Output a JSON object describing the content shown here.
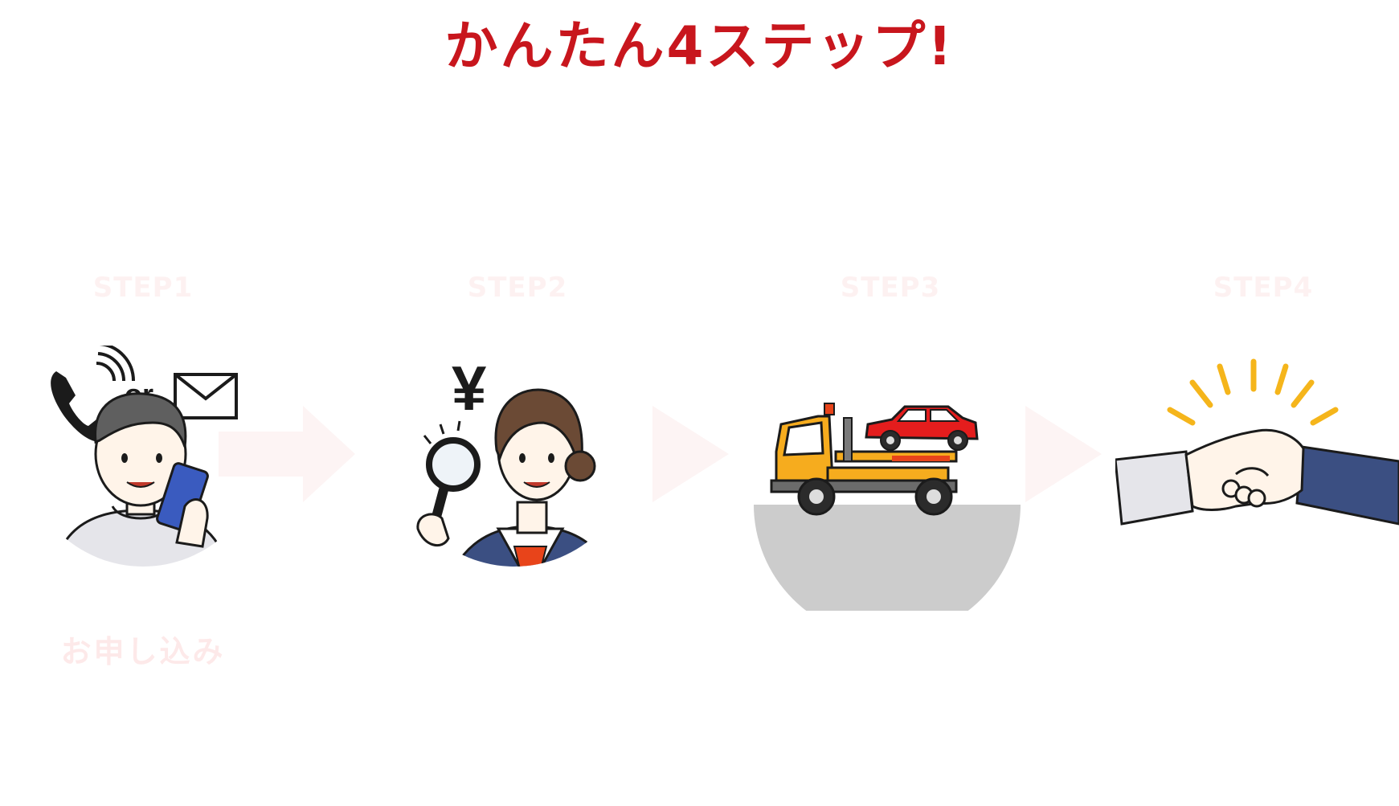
{
  "header": {
    "title": "かんたん4ステップ!"
  },
  "colors": {
    "title": "#c8161d",
    "label_faint": "#fdf1f1",
    "arrow_faint": "#fdf4f4",
    "name_faint": "#fde9e9"
  },
  "steps": [
    {
      "label": "STEP1",
      "name": "お申し込み",
      "icon": "phone-or-mail-person",
      "or_text": "or"
    },
    {
      "label": "STEP2",
      "name": "",
      "icon": "appraisal-staff-yen",
      "yen": "¥"
    },
    {
      "label": "STEP3",
      "name": "",
      "icon": "tow-truck"
    },
    {
      "label": "STEP4",
      "name": "",
      "icon": "handshake"
    }
  ]
}
